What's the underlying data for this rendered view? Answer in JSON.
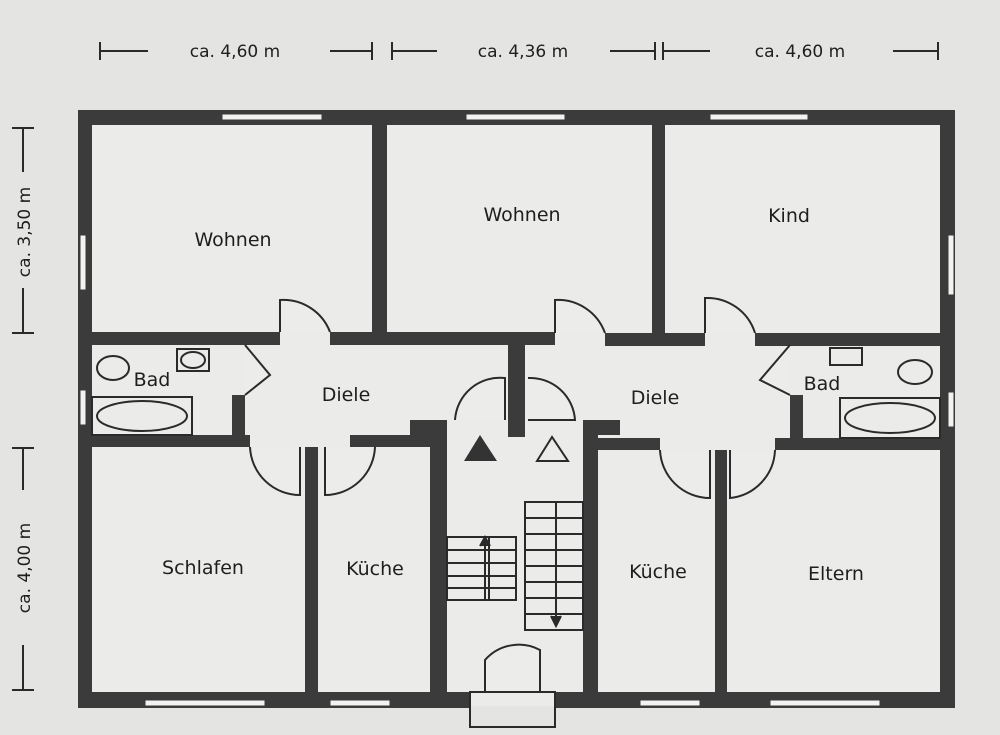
{
  "dimensions": {
    "top": [
      "ca. 4,60 m",
      "ca. 4,36 m",
      "ca. 4,60 m"
    ],
    "left": [
      "ca. 3,50 m",
      "ca. 4,00 m"
    ]
  },
  "rooms": {
    "wohnen_left": "Wohnen",
    "wohnen_mid": "Wohnen",
    "kind": "Kind",
    "bad_left": "Bad",
    "diele_left": "Diele",
    "diele_right": "Diele",
    "bad_right": "Bad",
    "schlafen": "Schlafen",
    "kueche_left": "Küche",
    "kueche_right": "Küche",
    "eltern": "Eltern"
  }
}
